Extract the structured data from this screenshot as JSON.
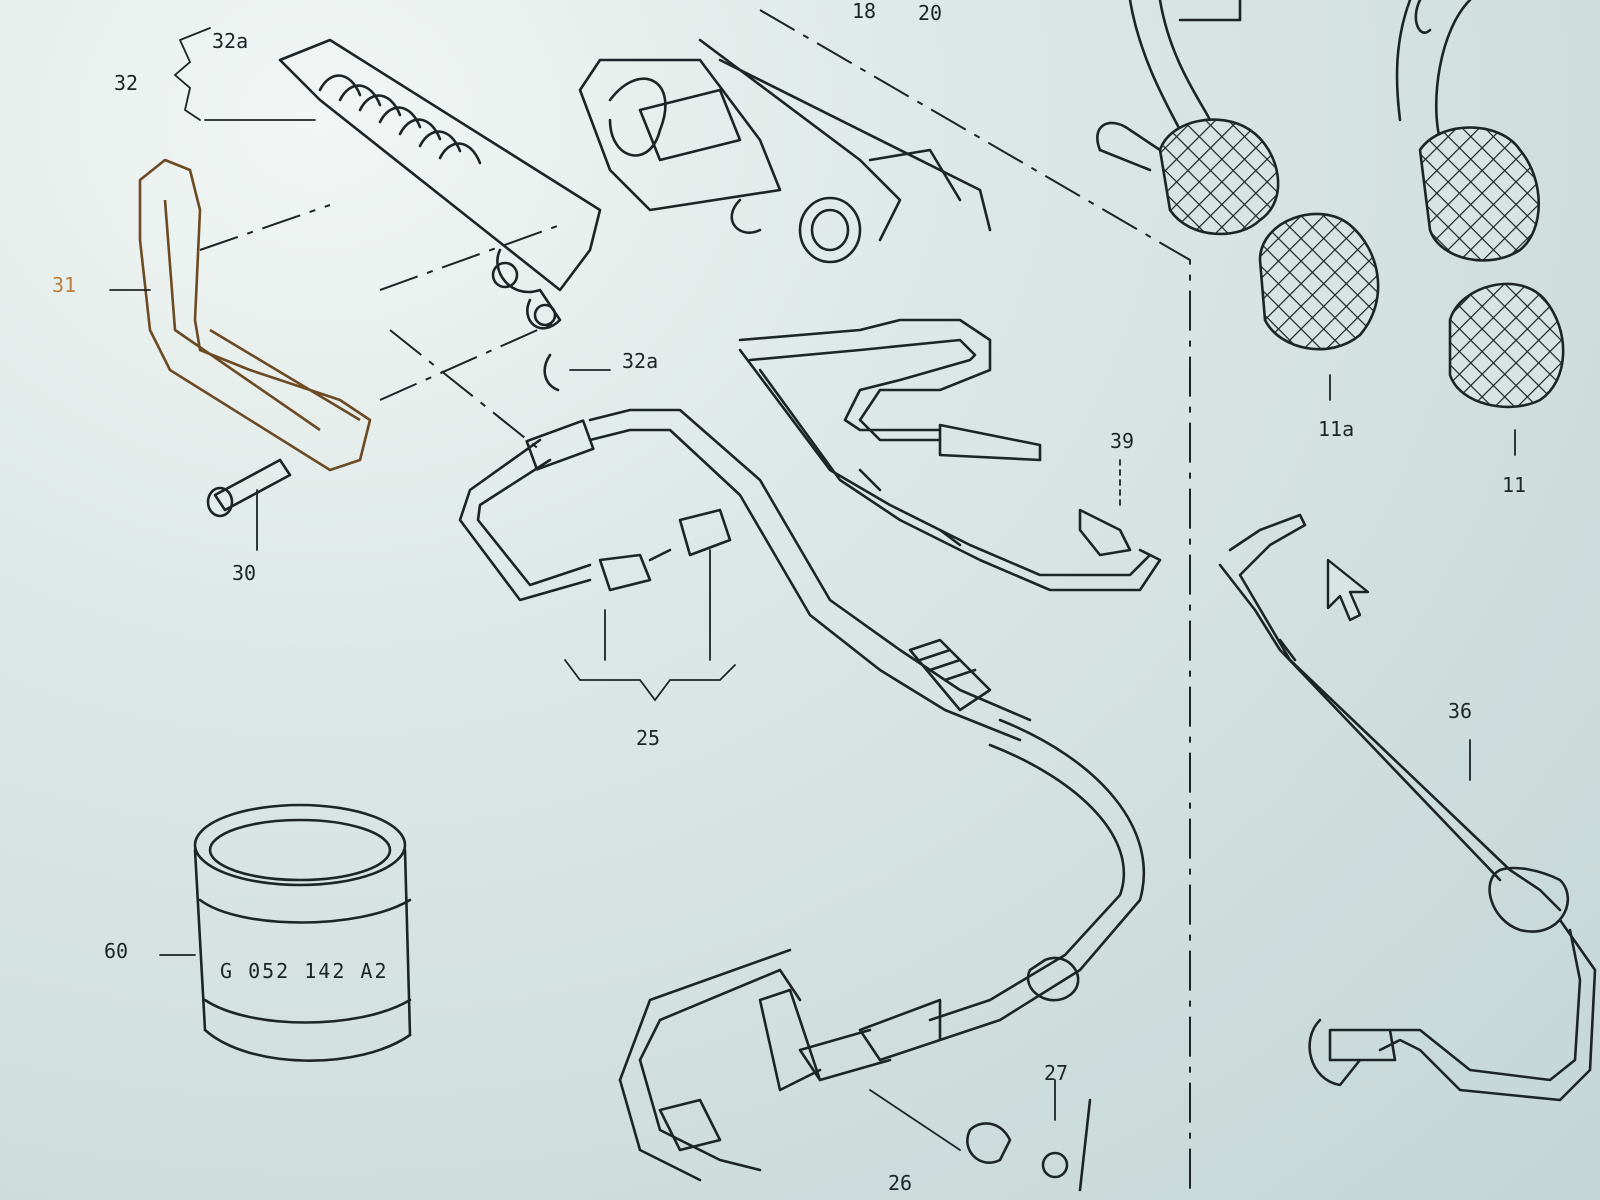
{
  "labels": {
    "l18": "18",
    "l20": "20",
    "l32": "32",
    "l32a_top": "32a",
    "l31": "31",
    "l32a_mid": "32a",
    "l30": "30",
    "l25": "25",
    "l39": "39",
    "l11a": "11a",
    "l11": "11",
    "l36": "36",
    "l60": "60",
    "l27": "27",
    "l26": "26"
  },
  "filter_stamp": "G 052 142 A2",
  "colors": {
    "line": "#1c2426",
    "highlight": "#b9803e",
    "background": "#d4e2e1"
  },
  "icons": {
    "cursor": "arrow-cursor-icon"
  }
}
